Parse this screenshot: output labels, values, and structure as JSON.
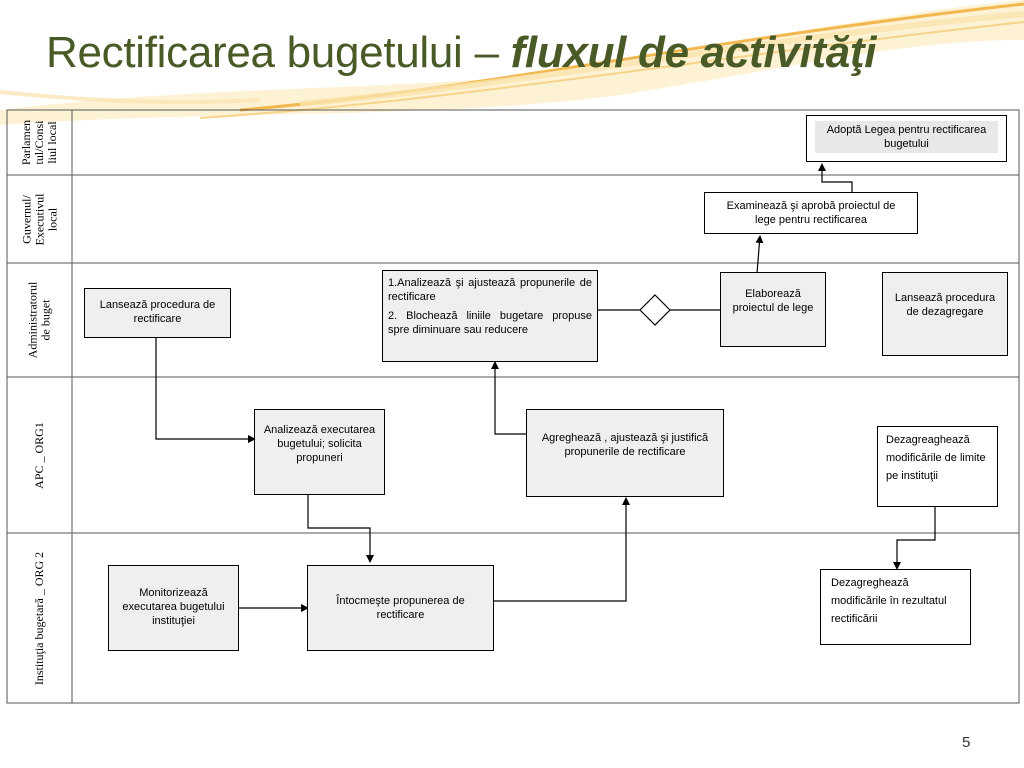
{
  "slide": {
    "title_main": "Rectificarea bugetului – ",
    "title_italic": "fluxul de activităţi",
    "page_number": "5"
  },
  "lanes": [
    {
      "label": "Parlamen\ntul/Consi\nliul local"
    },
    {
      "label": "Guvernul/\nExecutivul\nlocal"
    },
    {
      "label": "Administratorul\nde buget"
    },
    {
      "label": "APC _ ORG1"
    },
    {
      "label": "Instituţia bugetară _ ORG 2"
    }
  ],
  "nodes": {
    "adopta": "Adoptă Legea pentru rectificarea bugetului",
    "examineaza": "Examinează şi aprobă proiectul de lege pentru rectificarea",
    "lanseaza_rect": "Lansează procedura  de rectificare",
    "analizeaza_1": "1.Analizează        şi        ajustează propunerile  de rectificare",
    "analizeaza_2": "2.  Blochează  liniile  bugetare propuse  spre  diminuare  sau reducere",
    "elaboreaza": "Elaborează proiectul de lege",
    "lanseaza_dez": "Lansează procedura de dezagregare",
    "analizeaza_exec": "Analizează executarea bugetului; solicita propuneri",
    "agrega": "Agreghează ,   ajustează  şi justifică propunerile de rectificare",
    "dez_limite": "Dezagreaghează modificările de limite pe instituţii",
    "monitorizeaza": "Monitorizează executarea bugetului instituţiei",
    "intocmeste": "Întocmeşte propunerea de rectificare",
    "dez_rezultat": "Dezagreghează modificările în rezultatul rectificării"
  },
  "colors": {
    "title": "#4a5a26",
    "swoosh_orange": "#f0b24a",
    "swoosh_light": "#fbe9b8",
    "box_fill": "#efefef",
    "lines": "#000000"
  }
}
